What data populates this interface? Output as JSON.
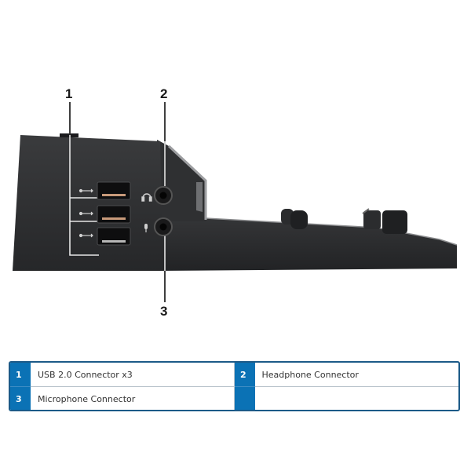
{
  "figure": {
    "subject": "docking station side view",
    "callouts": [
      {
        "number": "1",
        "target": "usb-ports"
      },
      {
        "number": "2",
        "target": "headphone-jack"
      },
      {
        "number": "3",
        "target": "microphone-jack"
      }
    ],
    "port_icons": [
      "usb-icon",
      "usb-icon",
      "usb-icon",
      "headphone-icon",
      "microphone-icon"
    ]
  },
  "legend": {
    "rows": [
      [
        {
          "number": "1",
          "label": "USB 2.0 Connector x3"
        },
        {
          "number": "2",
          "label": "Headphone Connector"
        }
      ],
      [
        {
          "number": "3",
          "label": "Microphone Connector"
        },
        {
          "number": "",
          "label": ""
        }
      ]
    ]
  },
  "colors": {
    "accent_blue": "#0b72b5",
    "border_blue": "#1c5a88",
    "dock_body": "#2e2f31"
  }
}
